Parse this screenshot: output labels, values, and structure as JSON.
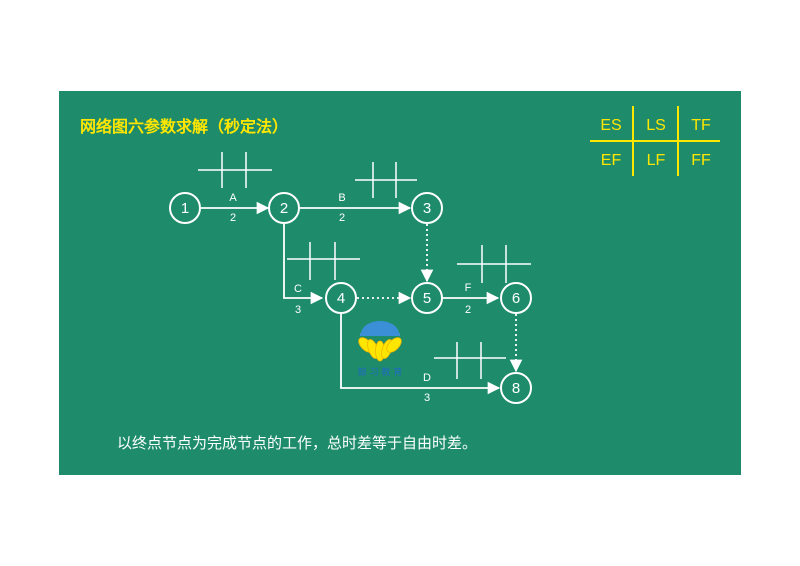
{
  "title": "网络图六参数求解（秒定法）",
  "caption": "以终点节点为完成节点的工作，总时差等于自由时差。",
  "legend": {
    "top": [
      "ES",
      "LS",
      "TF"
    ],
    "bottom": [
      "EF",
      "LF",
      "FF"
    ]
  },
  "nodes": [
    {
      "id": "n1",
      "label": "1"
    },
    {
      "id": "n2",
      "label": "2"
    },
    {
      "id": "n3",
      "label": "3"
    },
    {
      "id": "n4",
      "label": "4"
    },
    {
      "id": "n5",
      "label": "5"
    },
    {
      "id": "n6",
      "label": "6"
    },
    {
      "id": "n8",
      "label": "8"
    }
  ],
  "activities": [
    {
      "name": "A",
      "duration": "2",
      "from": "1",
      "to": "2"
    },
    {
      "name": "B",
      "duration": "2",
      "from": "2",
      "to": "3"
    },
    {
      "name": "C",
      "duration": "3",
      "from": "2",
      "to": "4"
    },
    {
      "name": "F",
      "duration": "2",
      "from": "5",
      "to": "6"
    },
    {
      "name": "D",
      "duration": "3",
      "from": "4",
      "to": "8"
    }
  ],
  "dummy_activities": [
    {
      "from": "3",
      "to": "5"
    },
    {
      "from": "4",
      "to": "5"
    },
    {
      "from": "6",
      "to": "8"
    }
  ],
  "colors": {
    "board": "#1e8c6a",
    "title": "#ffe600",
    "lines": "#ffffff"
  },
  "logo": {
    "text": "鲸 习 教 育"
  }
}
